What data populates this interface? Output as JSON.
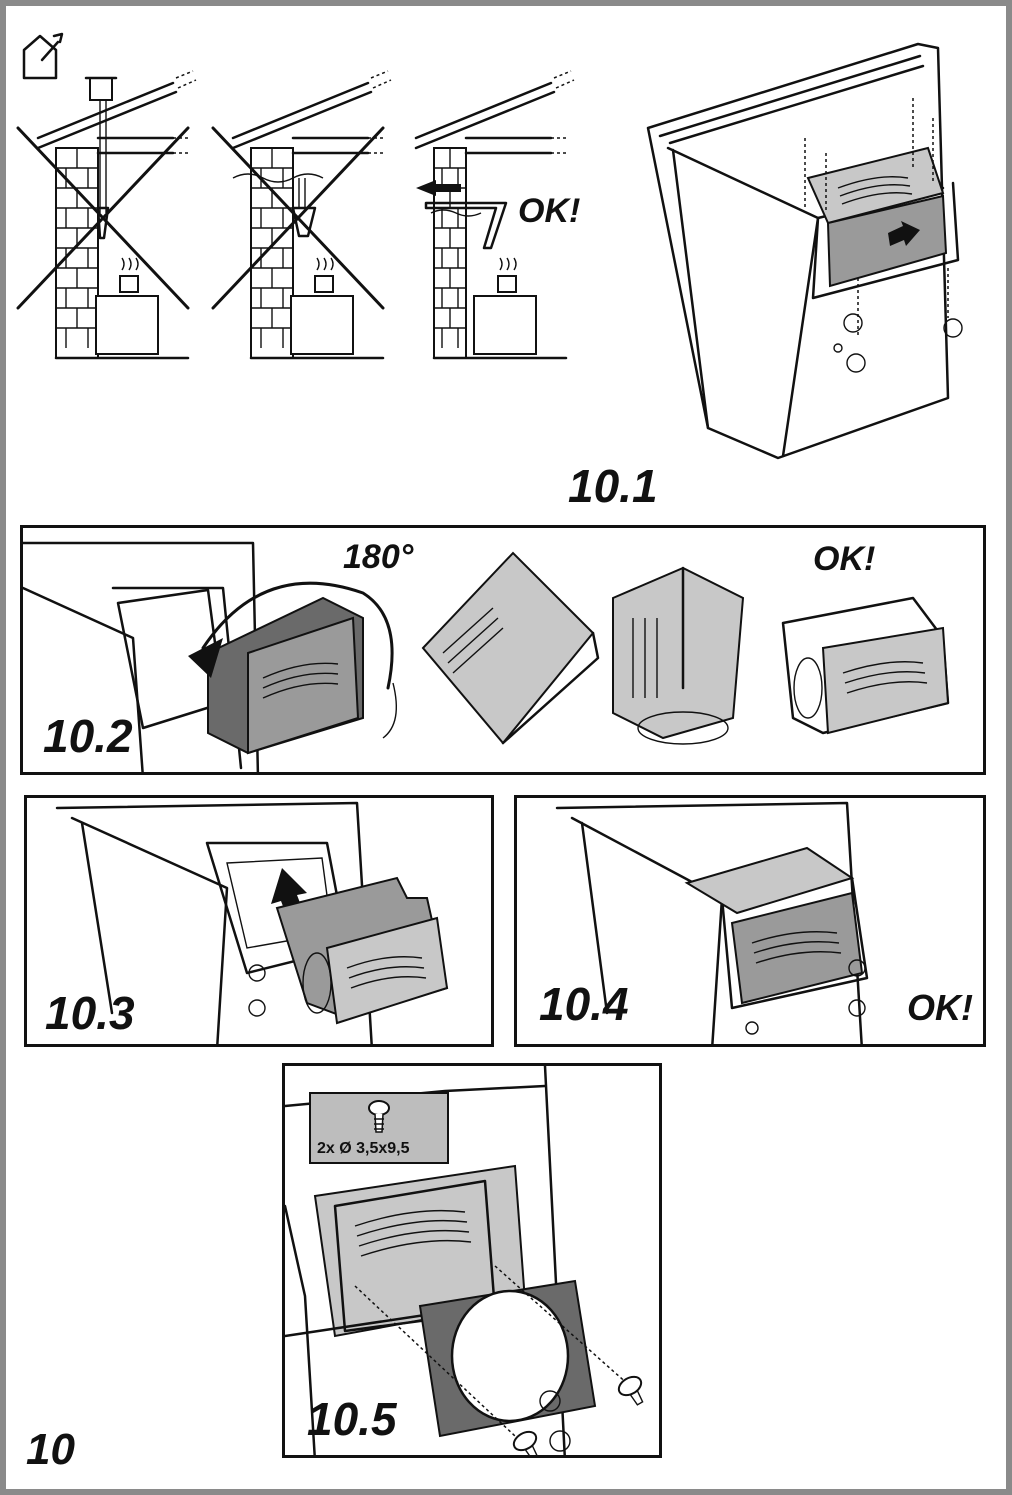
{
  "figure": {
    "number": "10",
    "steps": [
      {
        "id": "10.1",
        "label": "10.1",
        "ok": "OK!"
      },
      {
        "id": "10.2",
        "label": "10.2",
        "rotation": "180°",
        "ok": "OK!"
      },
      {
        "id": "10.3",
        "label": "10.3"
      },
      {
        "id": "10.4",
        "label": "10.4",
        "ok": "OK!"
      },
      {
        "id": "10.5",
        "label": "10.5",
        "screw_spec": "2x Ø 3,5x9,5"
      }
    ]
  },
  "icons": {
    "header": "house-installer-icon",
    "wrong": "cross-mark-icon",
    "direction": "arrow-icon",
    "screw": "screw-icon",
    "rotate": "rotate-arrow-icon"
  },
  "colors": {
    "frame": "#8a8a8a",
    "line": "#111111",
    "part_fill": "#9a9a9a",
    "screw_box": "#bdbdbd"
  }
}
